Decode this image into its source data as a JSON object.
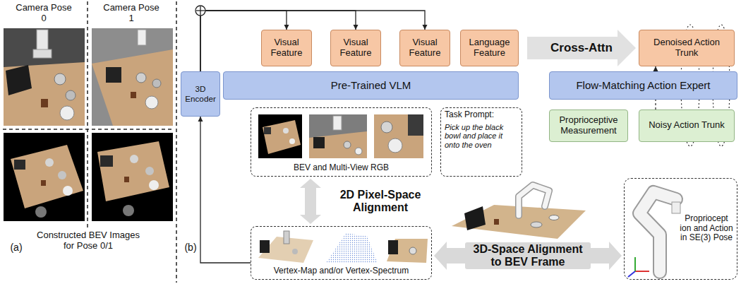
{
  "diagram": {
    "nodes": [
      {
        "text": [
          "3D Encoder"
        ]
      },
      {
        "text": [
          "Pre-Trained VLM"
        ]
      },
      {
        "text": [
          "Visual Feature"
        ]
      },
      {
        "text": [
          "Visual Feature"
        ]
      },
      {
        "text": [
          "Visual Feature"
        ]
      },
      {
        "text": [
          "Language Feature"
        ]
      },
      {
        "text": [
          "Denoised Action Trunk"
        ]
      },
      {
        "text": [
          "Flow-Matching Action Expert"
        ]
      },
      {
        "text": [
          "Proprioceptive Measurement"
        ]
      },
      {
        "text": [
          "Noisy Action Trunk"
        ]
      },
      {
        "text": [
          "BEV and Multi-View RGB"
        ]
      },
      {
        "text": [
          "Task Prompt:",
          "Pick up the black bowl and place it onto the oven"
        ]
      },
      {
        "text": [
          "Vertex-Map and/or Vertex-Spectrum"
        ]
      },
      {
        "text": [
          "Propriocept ion and Action in SE(3) Pose"
        ]
      }
    ],
    "edges": [
      {
        "from": 0,
        "to": 2,
        "arrow": "to"
      },
      {
        "from": 0,
        "to": 3,
        "arrow": "to"
      },
      {
        "from": 0,
        "to": 4,
        "arrow": "to"
      },
      {
        "from": 5,
        "to": 6,
        "label": "Cross-Attn",
        "arrow": "to"
      },
      {
        "from": 9,
        "to": 6,
        "arrow": "to"
      },
      {
        "from": 12,
        "to": 0,
        "arrow": "to"
      },
      {
        "from": 10,
        "to": 12,
        "label": "2D Pixel-Space Alignment",
        "arrow": "both"
      },
      {
        "from": 12,
        "to": 13,
        "label": "3D-Space Alignment to BEV Frame",
        "arrow": "both"
      }
    ],
    "labels": [
      "Camera Pose 0",
      "Camera Pose 1",
      "Constructed BEV Images for Pose 0/1",
      "(a)",
      "(b)"
    ]
  }
}
